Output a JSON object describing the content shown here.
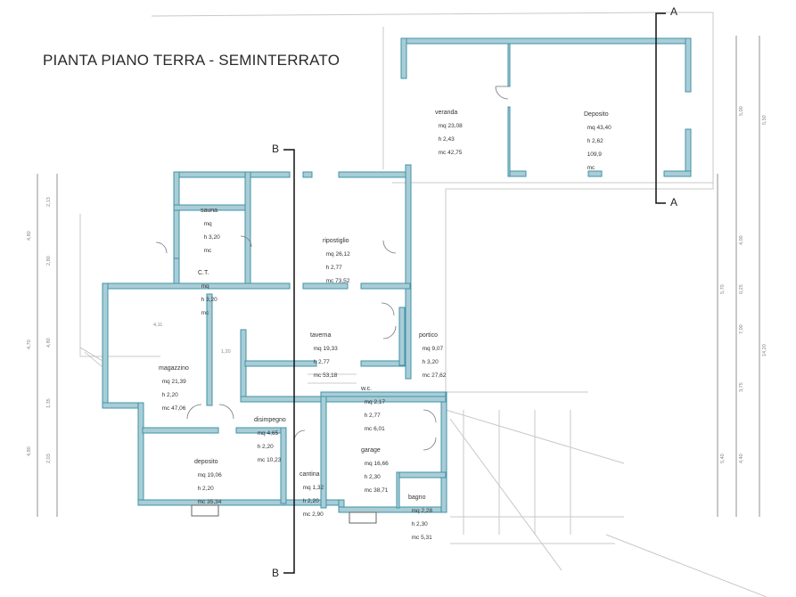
{
  "title": "PIANTA PIANO TERRA - SEMINTERRATO",
  "sections": {
    "a_top": "A",
    "a_bottom": "A",
    "b_top": "B",
    "b_bottom": "B"
  },
  "colors": {
    "wall_fill": "#a9cdd6",
    "wall_stroke": "#3f93a8",
    "line": "#555555",
    "light_line": "#bbbbbb"
  },
  "rooms": [
    {
      "name": "veranda",
      "mq": "mq 23,08",
      "h": "h 2,43",
      "mc": "mc 42,75"
    },
    {
      "name": "Deposito",
      "mq": "mq 43,40",
      "h": "h 2,62",
      "extra": "109,9",
      "mc": "mc"
    },
    {
      "name": "sauna",
      "mq": "mq",
      "h": "h 3,20",
      "mc": "mc"
    },
    {
      "name": "C.T.",
      "mq": "mq",
      "h": "h 3,20",
      "mc": "mc"
    },
    {
      "name": "ripostiglio",
      "mq": "mq 26,12",
      "h": "h 2,77",
      "mc": "mc 73,52"
    },
    {
      "name": "taverna",
      "mq": "mq 19,33",
      "h": "h 2,77",
      "mc": "mc 53,18"
    },
    {
      "name": "portico",
      "mq": "mq 9,07",
      "h": "h 3,20",
      "mc": "mc 27,62"
    },
    {
      "name": "magazzino",
      "mq": "mq 21,39",
      "h": "h 2,20",
      "mc": "mc 47,06"
    },
    {
      "name": "w.c.",
      "mq": "mq 2,17",
      "h": "h 2,77",
      "mc": "mc 6,01"
    },
    {
      "name": "disimpegno",
      "mq": "mq 4,65",
      "h": "h 2,20",
      "mc": "mc 10,23"
    },
    {
      "name": "deposito",
      "mq": "mq 19,06",
      "h": "h 2,20",
      "mc": "mc 35,34"
    },
    {
      "name": "cantina",
      "mq": "mq 1,32",
      "h": "h 2,20",
      "mc": "mc 2,90"
    },
    {
      "name": "garage",
      "mq": "mq 16,66",
      "h": "h 2,30",
      "mc": "mc 38,71"
    },
    {
      "name": "bagno",
      "mq": "mq 2,28",
      "h": "h 2,30",
      "mc": "mc 5,31"
    }
  ],
  "dimensions": {
    "left_outer": [
      "4,80",
      "4,70",
      "4,80"
    ],
    "left_inner": [
      "2,13",
      "2,80",
      "4,80",
      "1,35",
      "2,03"
    ],
    "right_outer": [
      "5,50",
      "14,20"
    ],
    "right_mid": [
      "5,00",
      "4,00",
      "0,25",
      "7,00",
      "3,75",
      "4,40"
    ],
    "right_inner": [
      "5,70",
      "5,40"
    ],
    "magazzino_width": "4,11",
    "corridor_width": "1,20"
  }
}
